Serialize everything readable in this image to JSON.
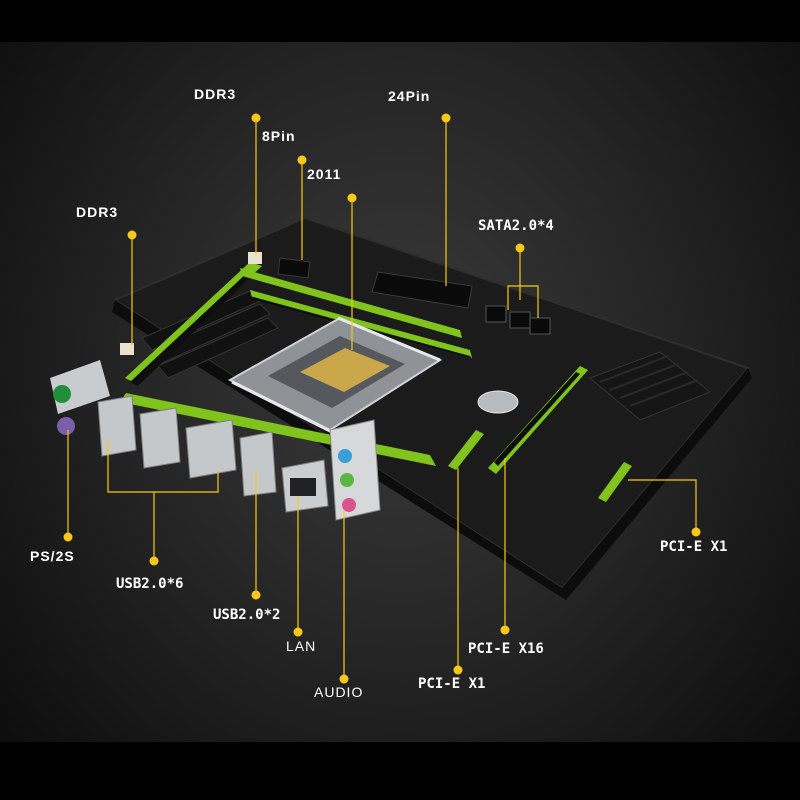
{
  "image": {
    "alt_subject": "LGA2011 micro-ATX motherboard with labeled connectors",
    "board_color": "#1b1b1b",
    "slot_color": "#7fc31c",
    "callout_color": "#f7c81a",
    "background": "#262626"
  },
  "labels": {
    "ddr3_top": "DDR3",
    "pin24": "24Pin",
    "pin8": "8Pin",
    "socket": "2011",
    "ddr3_left": "DDR3",
    "sata": "SATA2.0*4",
    "ps2": "PS/2S",
    "usb6": "USB2.0*6",
    "usb2": "USB2.0*2",
    "lan": "LAN",
    "audio": "AUDIO",
    "pcie_x1_left": "PCI-E X1",
    "pcie_x16": "PCI-E X16",
    "pcie_x1_right": "PCI-E X1"
  }
}
